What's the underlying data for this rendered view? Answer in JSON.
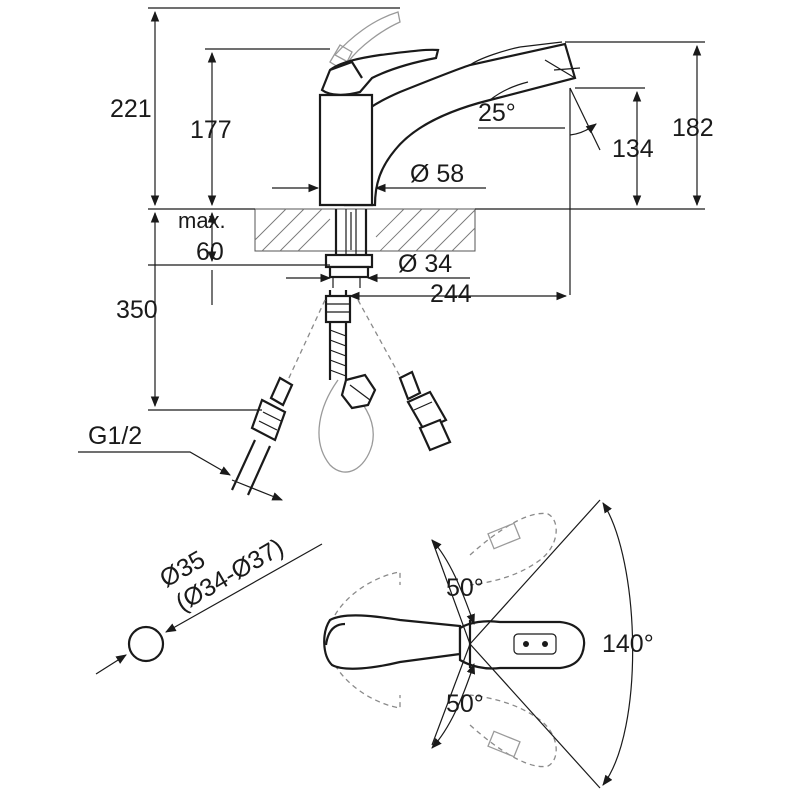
{
  "dimensions": {
    "d221": "221",
    "d177": "177",
    "d182": "182",
    "d134": "134",
    "angle25": "25°",
    "d58": "Ø 58",
    "max": "max.",
    "d60": "60",
    "d34": "Ø 34",
    "d244": "244",
    "d350": "350",
    "thread": "G1/2",
    "hole1": "Ø35",
    "hole2": "(Ø34-Ø37)",
    "angle50top": "50°",
    "angle50bottom": "50°",
    "angle140": "140°"
  }
}
